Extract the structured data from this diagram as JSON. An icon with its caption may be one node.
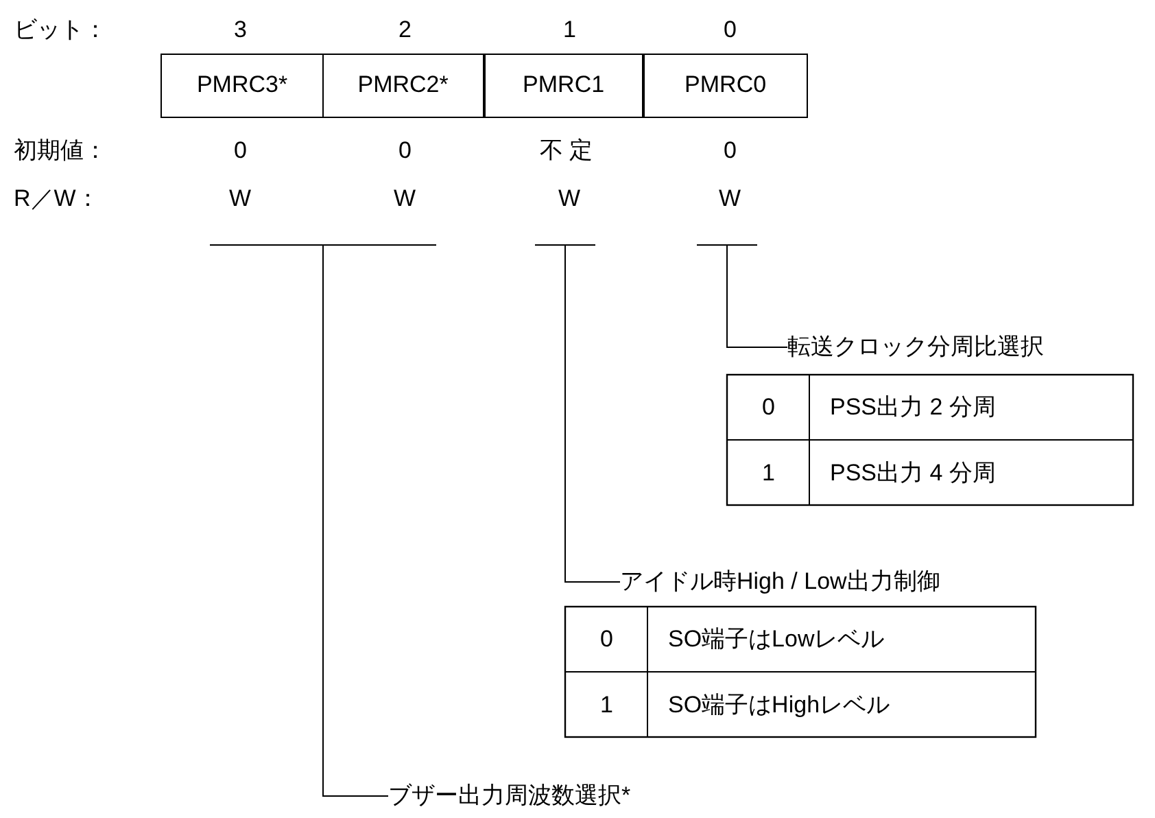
{
  "diagram": {
    "nodes": [
      {
        "text": [
          "PMRC3*"
        ]
      },
      {
        "text": [
          "PMRC2*"
        ]
      },
      {
        "text": [
          "PMRC1"
        ]
      },
      {
        "text": [
          "PMRC0"
        ]
      },
      {
        "text": [],
        "shape": "bar"
      },
      {
        "text": [],
        "shape": "bar"
      },
      {
        "text": [],
        "shape": "bar"
      },
      {
        "text": [
          "転送クロック分周比選択"
        ]
      },
      {
        "text": [
          "アイドル時High / Low出力制御"
        ]
      },
      {
        "text": [
          "ブザー出力周波数選択*"
        ]
      }
    ],
    "edges": [
      {
        "from": 6,
        "to": 7,
        "arrow": "none"
      },
      {
        "from": 5,
        "to": 8,
        "arrow": "none"
      },
      {
        "from": 4,
        "to": 9,
        "arrow": "none"
      }
    ],
    "labels": [
      "ビット：",
      "3",
      "2",
      "1",
      "0",
      "初期値：",
      "0",
      "0",
      "不定",
      "0",
      "R／W：",
      "W",
      "W",
      "W",
      "W",
      "0",
      "PSS出力 2 分周",
      "1",
      "PSS出力 4 分周",
      "0",
      "SO端子はLowレベル",
      "1",
      "SO端子はHighレベル"
    ]
  }
}
